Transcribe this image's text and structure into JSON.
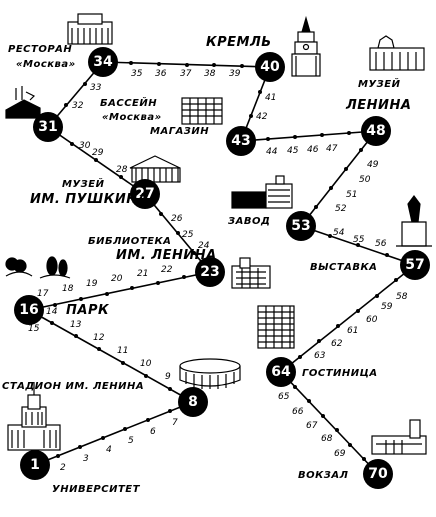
{
  "stations": {
    "s1": {
      "num": "1",
      "label": "УНИВЕРСИТЕТ"
    },
    "s8": {
      "num": "8",
      "label": "СТАДИОН ИМ. ЛЕНИНА"
    },
    "s16": {
      "num": "16",
      "label": "ПАРК"
    },
    "s23": {
      "num": "23",
      "label1": "БИБЛИОТЕКА",
      "label2": "ИМ. ЛЕНИНА"
    },
    "s27": {
      "num": "27",
      "label1": "МУЗЕЙ",
      "label2": "ИМ. ПУШКИНА"
    },
    "s31": {
      "num": "31",
      "label1": "БАССЕЙН",
      "label2": "«Москва»"
    },
    "s34": {
      "num": "34",
      "label1": "РЕСТОРАН",
      "label2": "«Москва»"
    },
    "s40": {
      "num": "40",
      "label": "КРЕМЛЬ"
    },
    "s43": {
      "num": "43",
      "label": "МАГАЗИН"
    },
    "s48": {
      "num": "48",
      "label1": "МУЗЕЙ",
      "label2": "ЛЕНИНА"
    },
    "s53": {
      "num": "53",
      "label": "ЗАВОД"
    },
    "s57": {
      "num": "57",
      "label": "ВЫСТАВКА"
    },
    "s64": {
      "num": "64",
      "label": "ГОСТИНИЦА"
    },
    "s70": {
      "num": "70",
      "label": "ВОКЗАЛ"
    }
  },
  "stops": {
    "n2": "2",
    "n3": "3",
    "n4": "4",
    "n5": "5",
    "n6": "6",
    "n7": "7",
    "n9": "9",
    "n10": "10",
    "n11": "11",
    "n12": "12",
    "n13": "13",
    "n14": "14",
    "n15": "15",
    "n17": "17",
    "n18": "18",
    "n19": "19",
    "n20": "20",
    "n21": "21",
    "n22": "22",
    "n24": "24",
    "n25": "25",
    "n26": "26",
    "n28": "28",
    "n29": "29",
    "n30": "30",
    "n32": "32",
    "n33": "33",
    "n35": "35",
    "n36": "36",
    "n37": "37",
    "n38": "38",
    "n39": "39",
    "n41": "41",
    "n42": "42",
    "n44": "44",
    "n45": "45",
    "n46": "46",
    "n47": "47",
    "n49": "49",
    "n50": "50",
    "n51": "51",
    "n52": "52",
    "n54": "54",
    "n55": "55",
    "n56": "56",
    "n58": "58",
    "n59": "59",
    "n60": "60",
    "n61": "61",
    "n62": "62",
    "n63": "63",
    "n65": "65",
    "n66": "66",
    "n67": "67",
    "n68": "68",
    "n69": "69"
  }
}
